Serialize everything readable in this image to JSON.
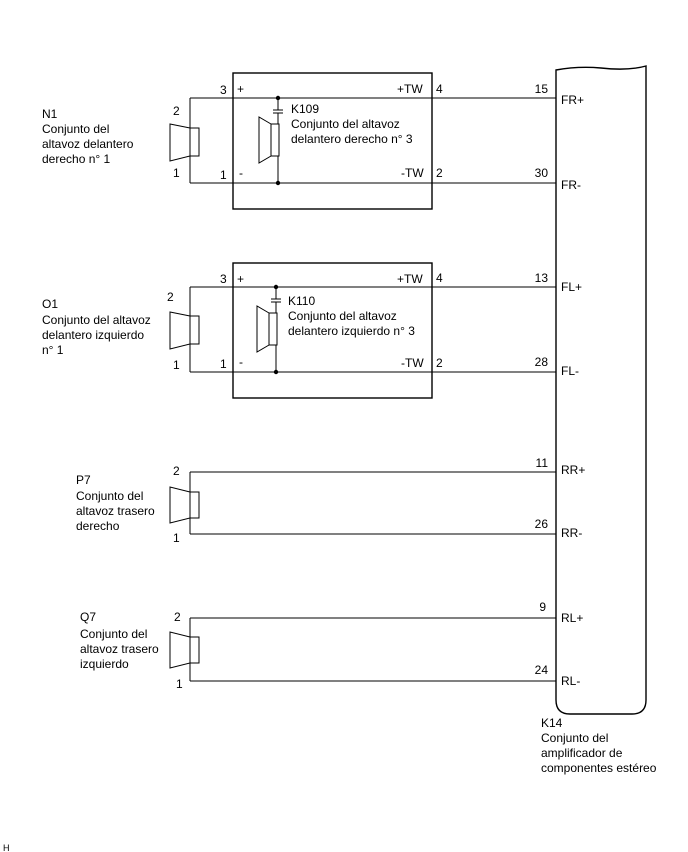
{
  "speakers": [
    {
      "code": "N1",
      "name_lines": [
        "Conjunto del",
        "altavoz delantero",
        "derecho n° 1"
      ],
      "pin_top": "2",
      "pin_bottom": "1"
    },
    {
      "code": "O1",
      "name_lines": [
        "Conjunto del altavoz",
        "delantero izquierdo",
        "n° 1"
      ],
      "pin_top": "2",
      "pin_bottom": "1"
    },
    {
      "code": "P7",
      "name_lines": [
        "Conjunto del",
        "altavoz trasero",
        "derecho"
      ],
      "pin_top": "2",
      "pin_bottom": "1"
    },
    {
      "code": "Q7",
      "name_lines": [
        "Conjunto del",
        "altavoz trasero",
        "izquierdo"
      ],
      "pin_top": "2",
      "pin_bottom": "1"
    }
  ],
  "tweeters": [
    {
      "code": "K109",
      "name_lines": [
        "Conjunto del altavoz",
        "delantero derecho n° 3"
      ],
      "pin_in_plus": "3",
      "pin_in_minus": "1",
      "pin_out_plus": "4",
      "pin_out_minus": "2",
      "label_plus": "+",
      "label_minus": "-",
      "label_tw_plus": "+TW",
      "label_tw_minus": "-TW"
    },
    {
      "code": "K110",
      "name_lines": [
        "Conjunto del altavoz",
        "delantero izquierdo n° 3"
      ],
      "pin_in_plus": "3",
      "pin_in_minus": "1",
      "pin_out_plus": "4",
      "pin_out_minus": "2",
      "label_plus": "+",
      "label_minus": "-",
      "label_tw_plus": "+TW",
      "label_tw_minus": "-TW"
    }
  ],
  "amplifier": {
    "code": "K14",
    "name_lines": [
      "Conjunto del",
      "amplificador de",
      "componentes estéreo"
    ],
    "pins": [
      {
        "num": "15",
        "label": "FR+"
      },
      {
        "num": "30",
        "label": "FR-"
      },
      {
        "num": "13",
        "label": "FL+"
      },
      {
        "num": "28",
        "label": "FL-"
      },
      {
        "num": "11",
        "label": "RR+"
      },
      {
        "num": "26",
        "label": "RR-"
      },
      {
        "num": "9",
        "label": "RL+"
      },
      {
        "num": "24",
        "label": "RL-"
      }
    ]
  },
  "footer": {
    "mark": "H"
  }
}
